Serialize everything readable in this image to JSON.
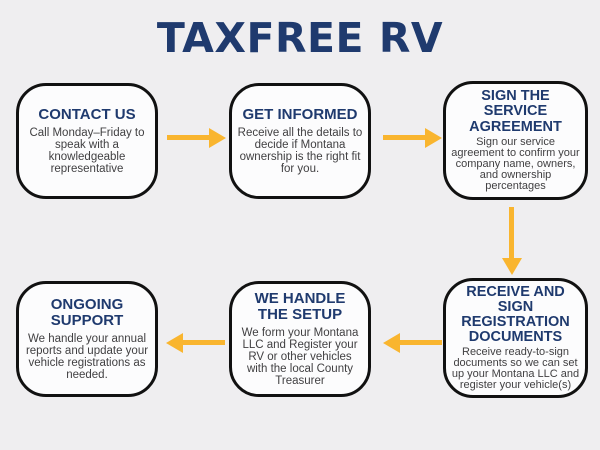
{
  "title": "TAXFREE RV",
  "colors": {
    "navy": "#1f3a6e",
    "arrow": "#f9b52f",
    "body_text": "#414042",
    "box_border": "#111111",
    "box_fill": "#fcfcfd",
    "page_bg": "#efeef0"
  },
  "steps": [
    {
      "heading": "CONTACT US",
      "body": "Call Monday–Friday to speak with a knowledgeable representative"
    },
    {
      "heading": "GET INFORMED",
      "body": "Receive all the details to decide if Montana ownership is the right fit for you."
    },
    {
      "heading": "SIGN THE SERVICE AGREEMENT",
      "body": "Sign our service agreement to confirm your company name, owners, and ownership percentages"
    },
    {
      "heading": "RECEIVE AND SIGN REGISTRATION DOCUMENTS",
      "body": "Receive ready-to-sign documents so we can set up your Montana LLC and register your vehicle(s)"
    },
    {
      "heading": "WE HANDLE THE SETUP",
      "body": "We form your Montana LLC and Register your RV or other vehicles with the local County Treasurer"
    },
    {
      "heading": "ONGOING SUPPORT",
      "body": "We handle your annual reports and update your vehicle registrations as needed."
    }
  ],
  "flow": {
    "arrows": [
      "right",
      "right",
      "down",
      "left",
      "left"
    ]
  }
}
